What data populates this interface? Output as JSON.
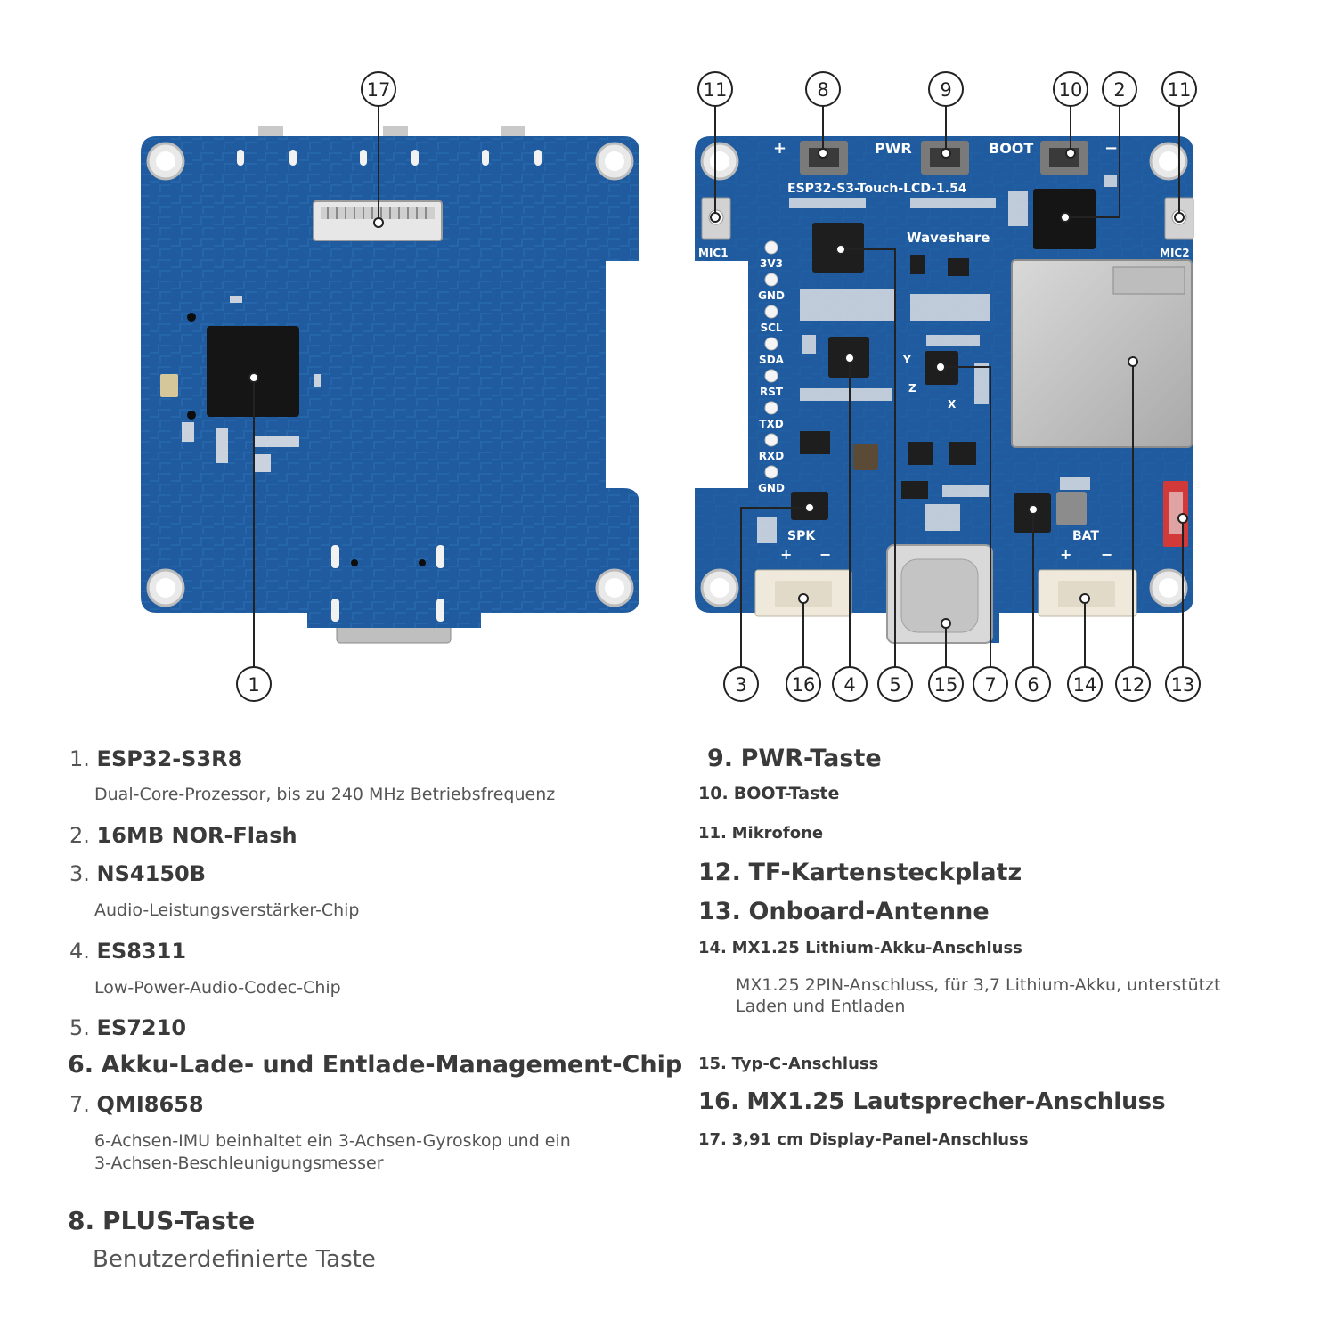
{
  "board": {
    "silkscreen": {
      "model": "ESP32-S3-Touch-LCD-1.54",
      "brand": "Waveshare",
      "pwr": "PWR",
      "boot": "BOOT",
      "plus": "+",
      "minus": "−",
      "mic1": "MIC1",
      "mic2": "MIC2",
      "spk": "SPK",
      "bat": "BAT",
      "pins": [
        "3V3",
        "GND",
        "SCL",
        "SDA",
        "RST",
        "TXD",
        "RXD",
        "GND"
      ],
      "axis_x": "X",
      "axis_y": "Y",
      "axis_z": "Z"
    },
    "callouts_back": [
      "17",
      "1"
    ],
    "callouts_front_top": [
      "11",
      "8",
      "9",
      "10",
      "2",
      "11"
    ],
    "callouts_front_bottom": [
      "3",
      "16",
      "4",
      "5",
      "15",
      "7",
      "6",
      "14",
      "12",
      "13"
    ]
  },
  "legend": {
    "left": [
      {
        "num": "1.",
        "title": "ESP32-S3R8",
        "desc": "Dual-Core-Prozessor, bis zu 240 MHz Betriebsfrequenz"
      },
      {
        "num": "2.",
        "title": "16MB NOR-Flash",
        "desc": ""
      },
      {
        "num": "3.",
        "title": "NS4150B",
        "desc": "Audio-Leistungsverstärker-Chip"
      },
      {
        "num": "4.",
        "title": "ES8311",
        "desc": "Low-Power-Audio-Codec-Chip"
      },
      {
        "num": "5.",
        "title": "ES7210",
        "desc": ""
      },
      {
        "num": "6.",
        "title": "Akku-Lade- und Entlade-Management-Chip",
        "desc": ""
      },
      {
        "num": "7.",
        "title": "QMI8658",
        "desc": "6-Achsen-IMU beinhaltet ein 3-Achsen-Gyroskop und ein",
        "desc2": "3-Achsen-Beschleunigungsmesser"
      },
      {
        "num": "8.",
        "title": "PLUS-Taste",
        "desc": "Benutzerdefinierte Taste"
      }
    ],
    "right": [
      {
        "num": "9.",
        "title": "PWR-Taste"
      },
      {
        "num": "10.",
        "title": "BOOT-Taste"
      },
      {
        "num": "11.",
        "title": "Mikrofone"
      },
      {
        "num": "12.",
        "title": "TF-Kartensteckplatz"
      },
      {
        "num": "13.",
        "title": "Onboard-Antenne"
      },
      {
        "num": "14.",
        "title": "MX1.25 Lithium-Akku-Anschluss",
        "desc": "MX1.25 2PIN-Anschluss, für 3,7 Lithium-Akku, unterstützt",
        "desc2": "Laden und Entladen"
      },
      {
        "num": "15.",
        "title": "Typ-C-Anschluss"
      },
      {
        "num": "16.",
        "title": "MX1.25 Lautsprecher-Anschluss"
      },
      {
        "num": "17.",
        "title": "3,91 cm Display-Panel-Anschluss"
      }
    ]
  },
  "colors": {
    "pcb": "#1f5b9e",
    "pcb_dark": "#174a86",
    "trace": "#2a6fb5",
    "chip": "#151515",
    "silkscreen": "#ffffff",
    "sd_metal": "#c8c8c8",
    "text": "#3c3c3c"
  }
}
